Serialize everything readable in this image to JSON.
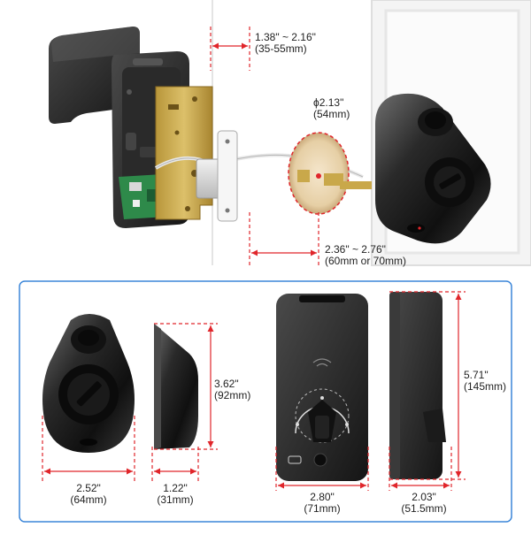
{
  "top": {
    "door_thickness": {
      "value": "1.38\" ~ 2.16\"",
      "sub": "(35-55mm)"
    },
    "hole_diameter": {
      "value": "ϕ2.13\"",
      "sub": "(54mm)"
    },
    "backset": {
      "value": "2.36\" ~ 2.76\"",
      "sub": "(60mm or 70mm)"
    }
  },
  "dimensions": {
    "front_width": {
      "value": "2.52\"",
      "sub": "(64mm)"
    },
    "side_depth": {
      "value": "1.22\"",
      "sub": "(31mm)"
    },
    "side_height": {
      "value": "3.62\"",
      "sub": "(92mm)"
    },
    "interior_width": {
      "value": "2.80\"",
      "sub": "(71mm)"
    },
    "interior_depth": {
      "value": "2.03\"",
      "sub": "(51.5mm)"
    },
    "interior_height": {
      "value": "5.71\"",
      "sub": "(145mm)"
    }
  },
  "colors": {
    "dimension_red": "#e0262b",
    "panel_border": "#3b86d9",
    "body_dark": "#1e1e1e",
    "plate_gold": "#c9a84a"
  }
}
